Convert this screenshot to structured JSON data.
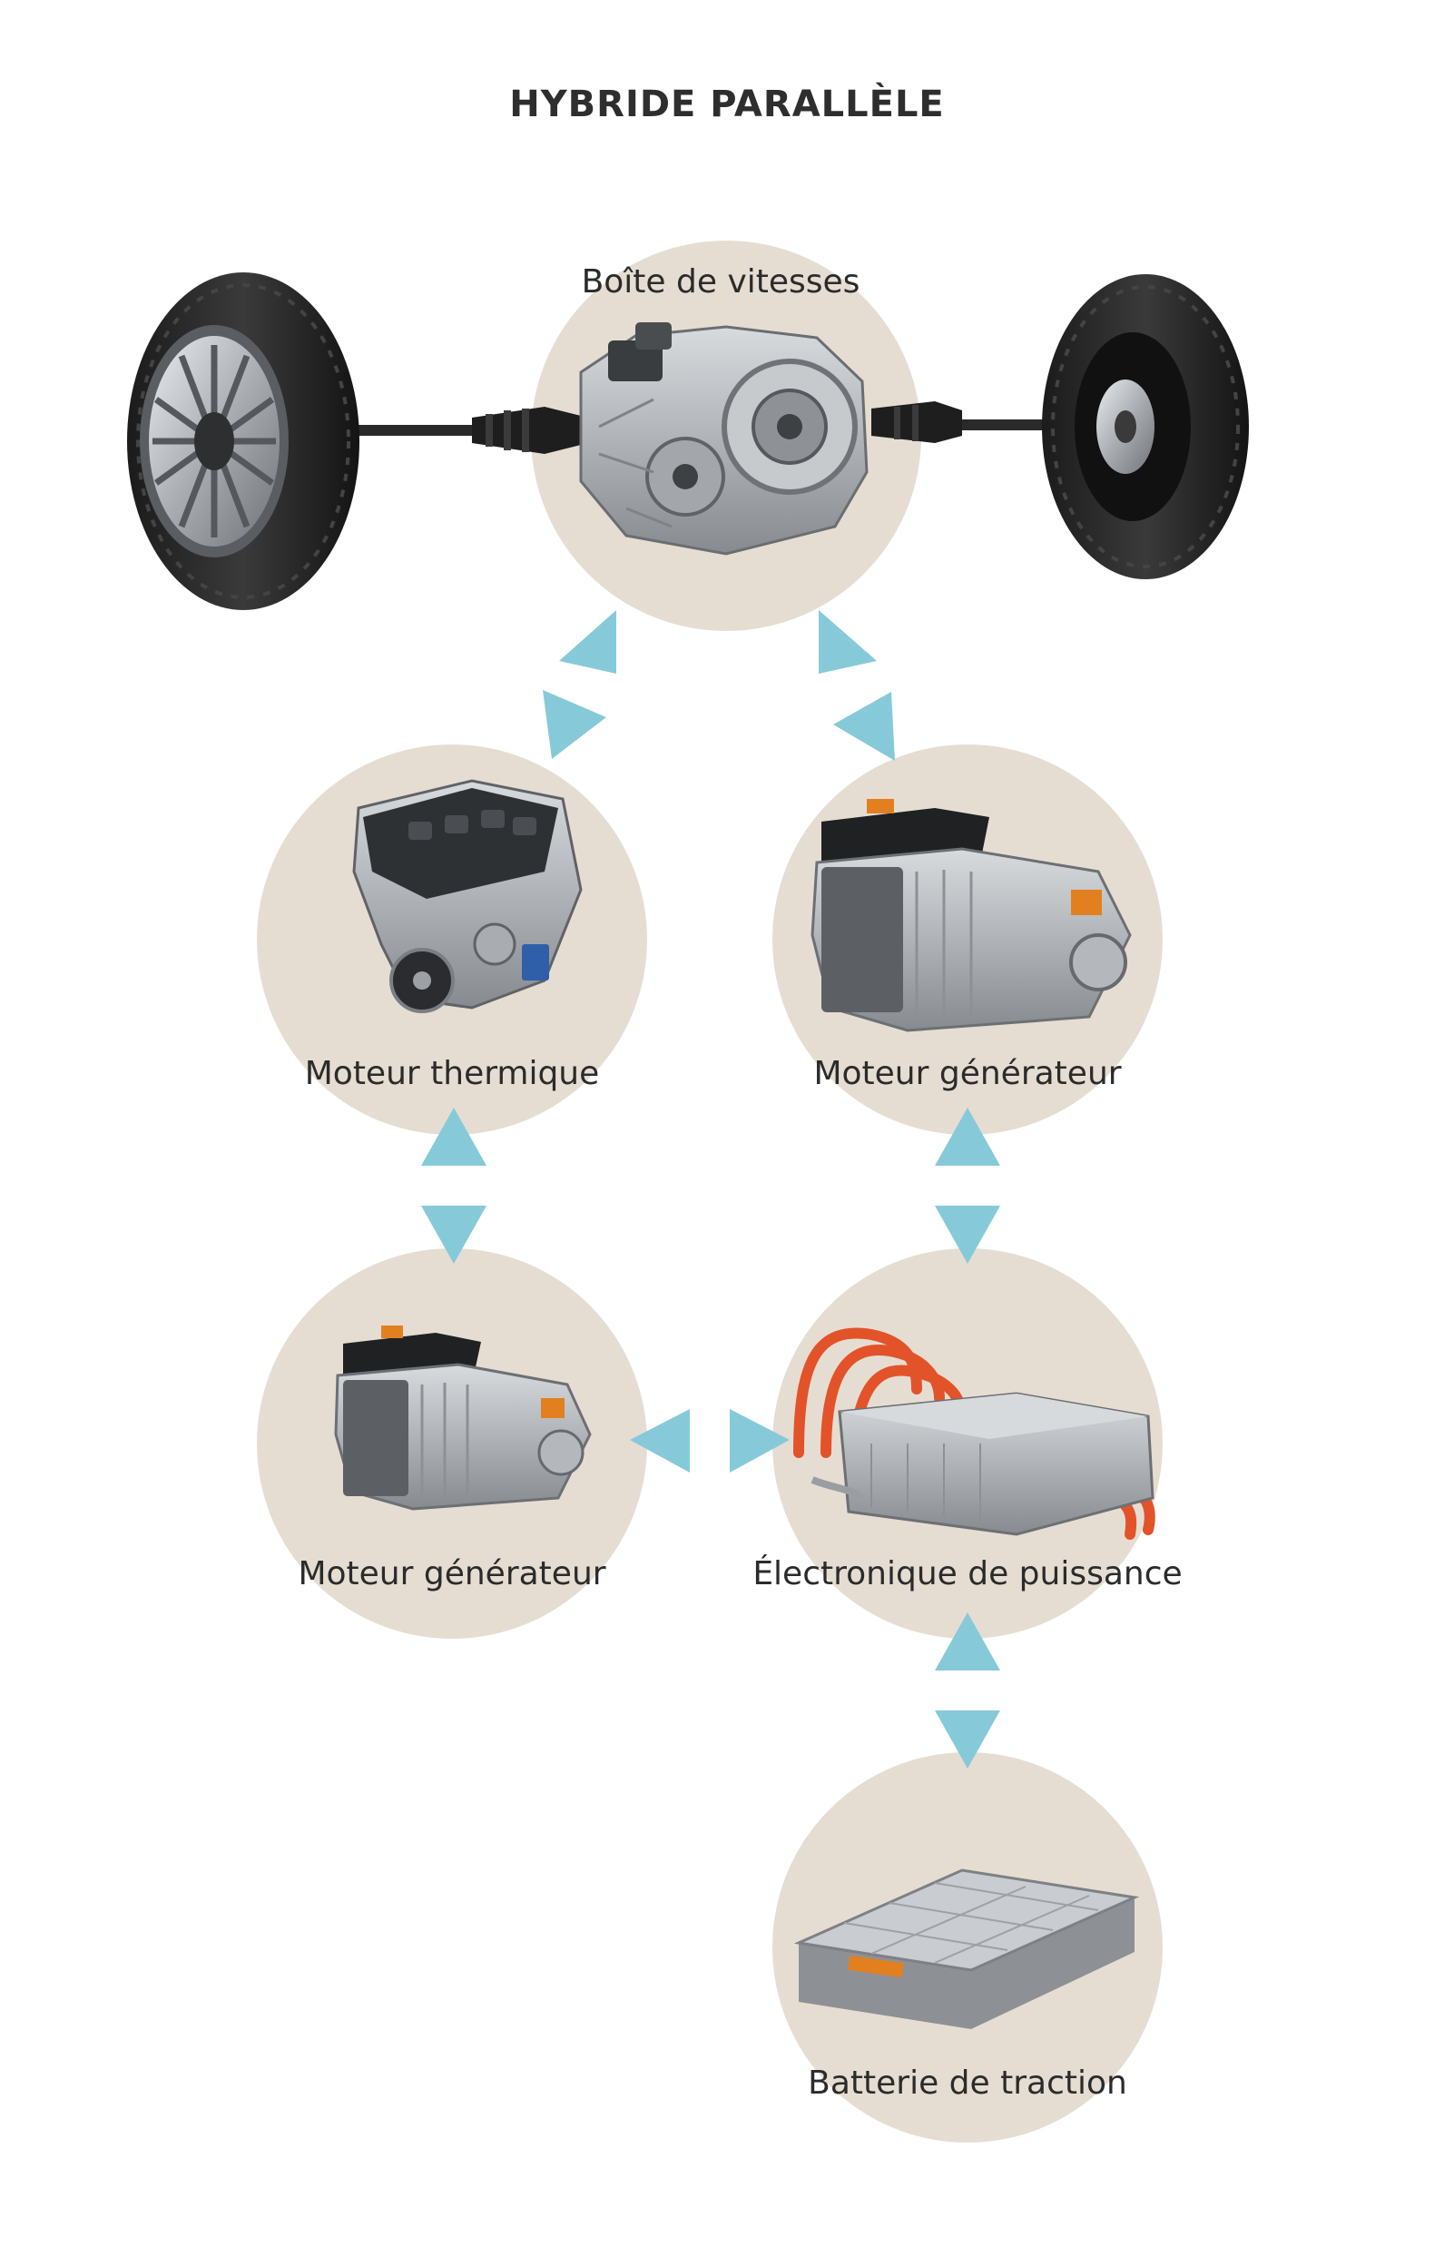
{
  "title": "HYBRIDE PARALLÈLE",
  "colors": {
    "circle": "#e6ddd2",
    "arrow": "#86cad9",
    "text": "#2b2b2b"
  },
  "nodes": {
    "gearbox": "Boîte de vitesses",
    "thermal_engine": "Moteur thermique",
    "generator_motor_right": "Moteur générateur",
    "generator_motor_left": "Moteur générateur",
    "power_electronics": "Électronique de puissance",
    "traction_battery": "Batterie de traction"
  }
}
